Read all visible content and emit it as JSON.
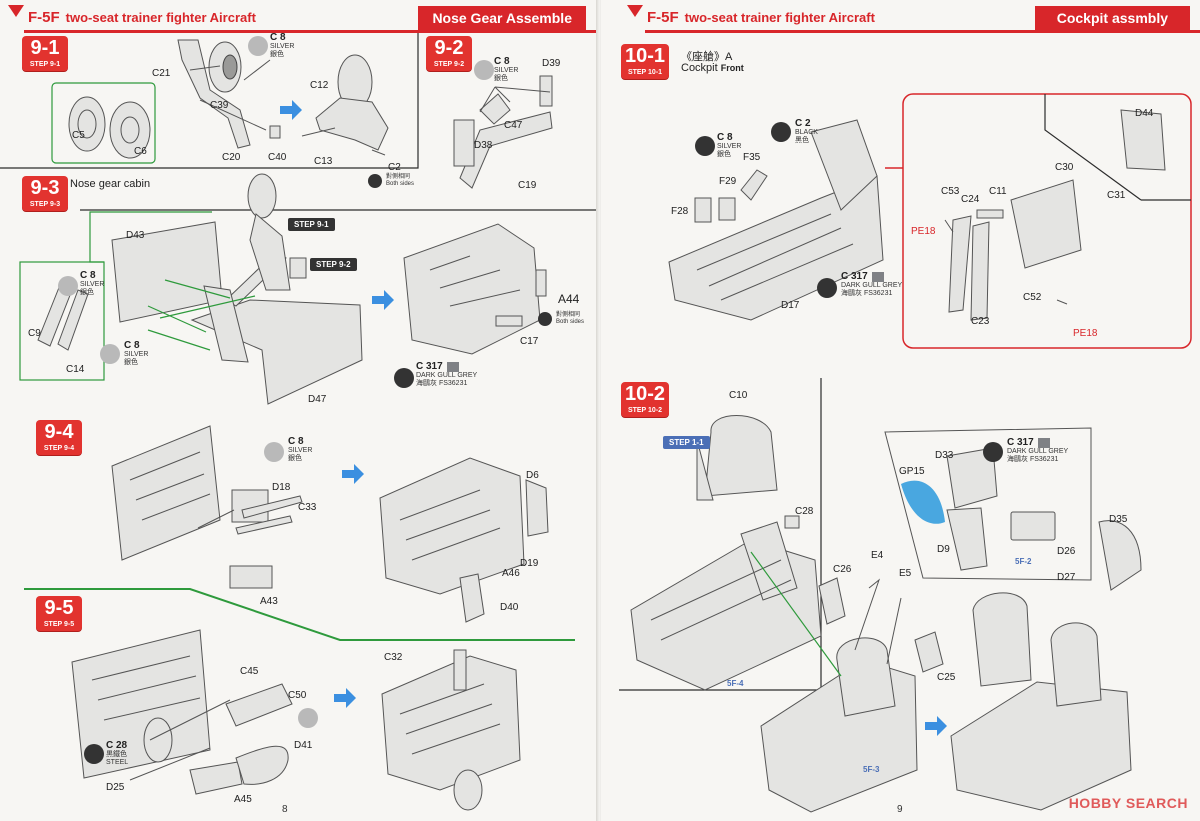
{
  "left_page": {
    "brand": "F-5F",
    "brand_sub": "two-seat trainer fighter Aircraft",
    "section_title": "Nose Gear Assemble",
    "page_number": "8",
    "steps": {
      "s91": {
        "num": "9-1",
        "label": "STEP 9-1"
      },
      "s92": {
        "num": "9-2",
        "label": "STEP 9-2"
      },
      "s93": {
        "num": "9-3",
        "label": "STEP 9-3"
      },
      "s94": {
        "num": "9-4",
        "label": "STEP 9-4"
      },
      "s95": {
        "num": "9-5",
        "label": "STEP 9-5"
      }
    },
    "nose_gear_cabin": "Nose gear cabin",
    "paints": {
      "silver_code": "C 8",
      "silver_en": "SILVER",
      "silver_zh": "銀色",
      "dgg_code": "C 317",
      "dgg_en": "DARK GULL GREY",
      "dgg_zh": "海鷗灰 FS36231",
      "steel_code": "C 28",
      "steel_zh": "黒鐵色",
      "steel_en": "STEEL"
    },
    "both_sides_zh": "對側相同",
    "both_sides_en": "Both sides",
    "refs": {
      "r91": "STEP 9-1",
      "r92": "STEP 9-2"
    },
    "parts": {
      "C21": "C21",
      "C39": "C39",
      "C5": "C5",
      "C6": "C6",
      "C20": "C20",
      "C40": "C40",
      "C12": "C12",
      "C13": "C13",
      "C2": "C2",
      "D39": "D39",
      "C47": "C47",
      "D38": "D38",
      "C19": "C19",
      "D43": "D43",
      "C9": "C9",
      "C14": "C14",
      "D47": "D47",
      "A44": "A44",
      "C17": "C17",
      "D18": "D18",
      "C33": "C33",
      "A43": "A43",
      "D6": "D6",
      "D19": "D19",
      "A46": "A46",
      "D40": "D40",
      "C45": "C45",
      "C50": "C50",
      "D41": "D41",
      "D25": "D25",
      "A45": "A45",
      "C32": "C32"
    }
  },
  "right_page": {
    "brand": "F-5F",
    "brand_sub": "two-seat trainer fighter Aircraft",
    "section_title": "Cockpit assmbly",
    "page_number": "9",
    "steps": {
      "s101": {
        "num": "10-1",
        "label": "STEP 10-1"
      },
      "s102": {
        "num": "10-2",
        "label": "STEP 10-2"
      }
    },
    "cockpit_zh": "《座艙》A",
    "cockpit_en": "Cockpit",
    "cockpit_front": "Front",
    "paints": {
      "silver_code": "C 8",
      "silver_en": "SILVER",
      "silver_zh": "銀色",
      "black_code": "C 2",
      "black_en": "BLACK",
      "black_zh": "黑色",
      "dgg_code": "C 317",
      "dgg_en": "DARK GULL GREY",
      "dgg_zh": "海鷗灰 FS36231"
    },
    "refs": {
      "r11": "STEP 1-1"
    },
    "decals": {
      "d1": "5F-2",
      "d2": "5F-4",
      "d3": "5F-3"
    },
    "parts": {
      "F35": "F35",
      "F29": "F29",
      "F28": "F28",
      "D17": "D17",
      "D44": "D44",
      "C30": "C30",
      "C31": "C31",
      "C53": "C53",
      "C24": "C24",
      "C11": "C11",
      "PE18a": "PE18",
      "PE18b": "PE18",
      "C52": "C52",
      "C23": "C23",
      "C10": "C10",
      "C28": "C28",
      "C26": "C26",
      "E4": "E4",
      "E5": "E5",
      "C25": "C25",
      "GP15": "GP15",
      "D33": "D33",
      "D9": "D9",
      "D35": "D35",
      "D26": "D26",
      "D27": "D27"
    },
    "watermark": "HOBBY SEARCH"
  },
  "colors": {
    "accent": "#d8262a",
    "guide_line": "#2e9a3c",
    "arrow": "#3b8fe0",
    "paint_dgg": "#7f8185"
  }
}
